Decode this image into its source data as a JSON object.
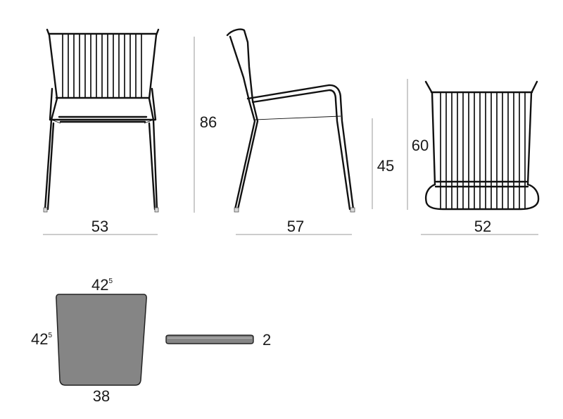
{
  "views": {
    "front": {
      "width": "53",
      "height": "86"
    },
    "side": {
      "depth": "57",
      "seat_height": "45"
    },
    "back": {
      "width": "52",
      "back_height": "60"
    }
  },
  "cushion": {
    "top_width": "42",
    "top_width_sup": "5",
    "depth": "42",
    "depth_sup": "5",
    "bottom_width": "38",
    "thickness": "2",
    "fill_color": "#858585"
  }
}
